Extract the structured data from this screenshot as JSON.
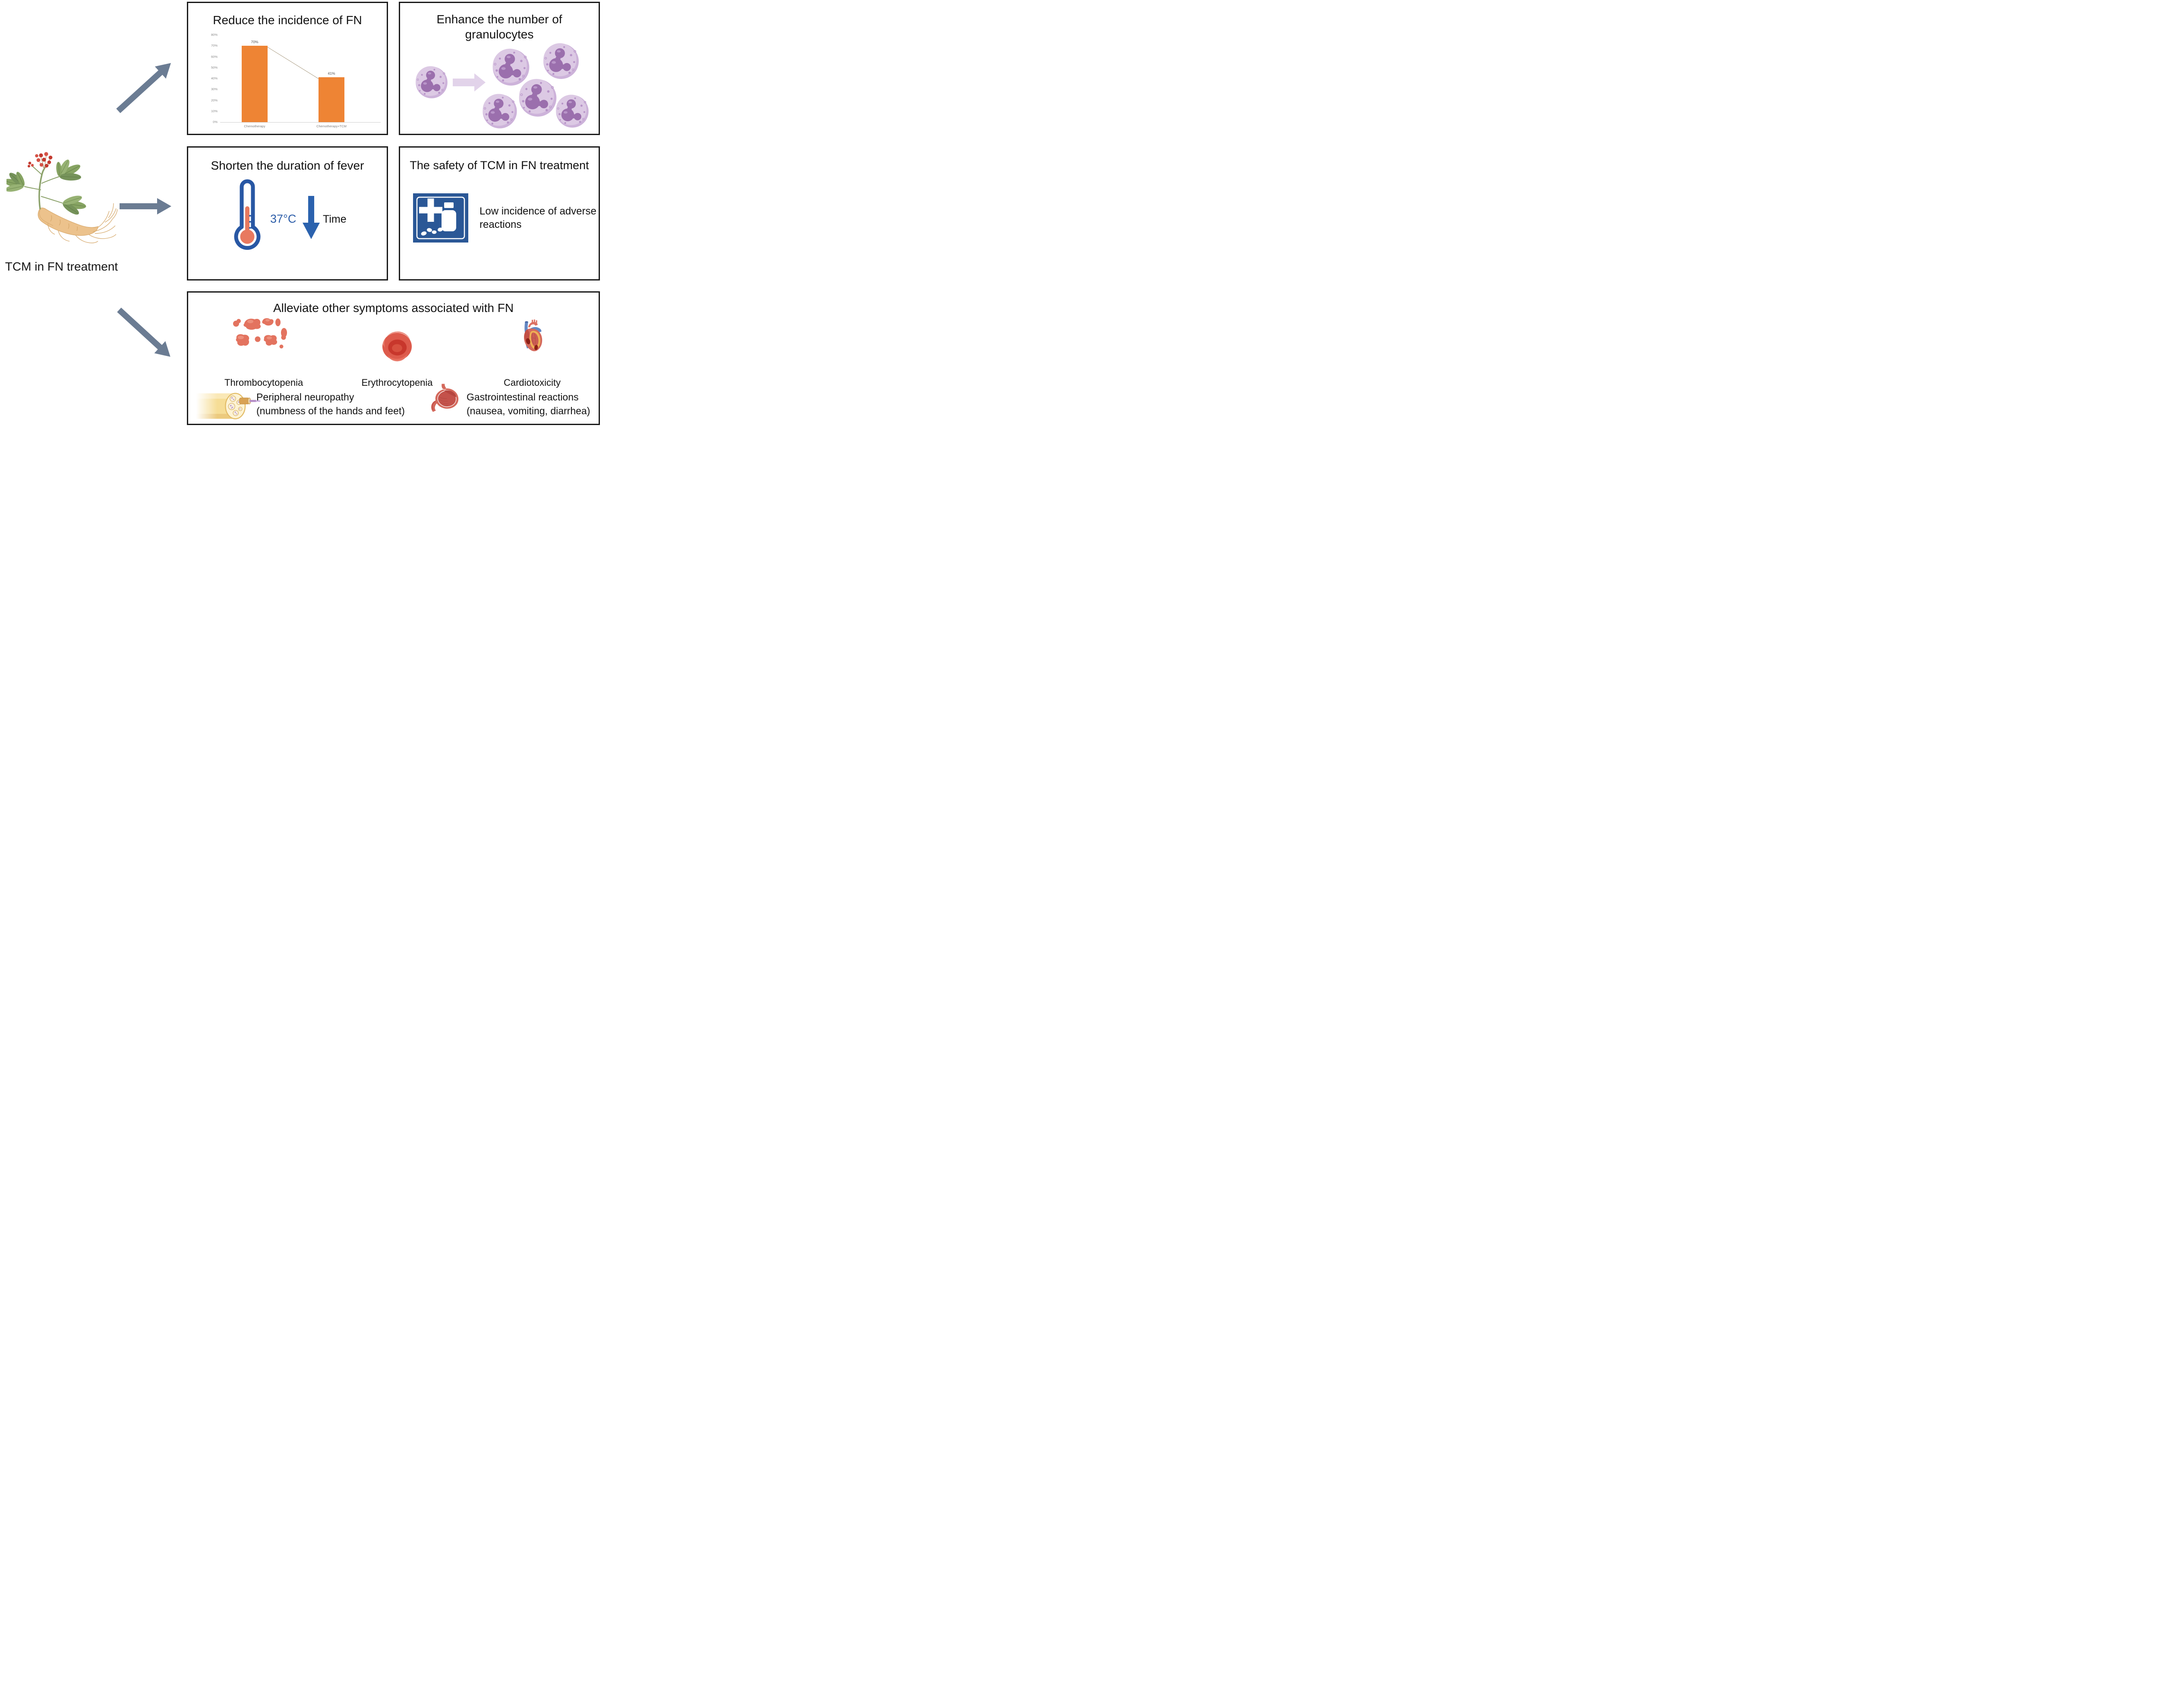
{
  "figure": {
    "source_label": "TCM in FN treatment"
  },
  "colors": {
    "arrow_slate": "#6b7c93",
    "bar_orange": "#ee8434",
    "thermometer_blue": "#2857a4",
    "mercury_salmon": "#e8795f",
    "time_arrow_blue": "#2b62ae",
    "safety_sign_blue": "#2a5796",
    "cell_body_lavender": "#dcc9e4",
    "cell_nucleus_purple": "#9b6fad",
    "granulocyte_arrow_lavender": "#e2d3ea",
    "platelet_salmon": "#e3735f",
    "rbc_red": "#dd5a4b",
    "nerve_yellow": "#f6dd96",
    "stomach_red": "#d4695c",
    "heart_red": "#d4695c"
  },
  "chart_data": {
    "type": "bar",
    "title": "Reduce the incidence of FN",
    "categories": [
      "Chemotherapy",
      "Chemotherapy+TCM"
    ],
    "values": [
      70,
      41
    ],
    "value_labels": [
      "70%",
      "41%"
    ],
    "xlabel": "",
    "ylabel": "",
    "ylim": [
      0,
      80
    ],
    "ytick_step": 10,
    "ytick_labels": [
      "0%",
      "10%",
      "20%",
      "30%",
      "40%",
      "50%",
      "60%",
      "70%",
      "80%"
    ],
    "bar_color": "#ee8434",
    "grid": false,
    "legend": false,
    "connector_line": true
  },
  "panels": {
    "granulocytes": {
      "title_line1": "Enhance the number of",
      "title_line2": "granulocytes"
    },
    "fever": {
      "title": "Shorten the duration of fever",
      "temperature": "37°C",
      "time_label": "Time"
    },
    "safety": {
      "title": "The safety of TCM in FN treatment",
      "note_line1": "Low incidence of adverse",
      "note_line2": "reactions"
    },
    "symptoms": {
      "title": "Alleviate other symptoms associated with FN",
      "items": [
        {
          "label": "Thrombocytopenia"
        },
        {
          "label": "Erythrocytopenia"
        },
        {
          "label": "Cardiotoxicity"
        },
        {
          "label_line1": "Peripheral neuropathy",
          "label_line2": "(numbness of the hands and feet)"
        },
        {
          "label_line1": "Gastrointestinal reactions",
          "label_line2": "(nausea, vomiting, diarrhea)"
        }
      ]
    }
  }
}
